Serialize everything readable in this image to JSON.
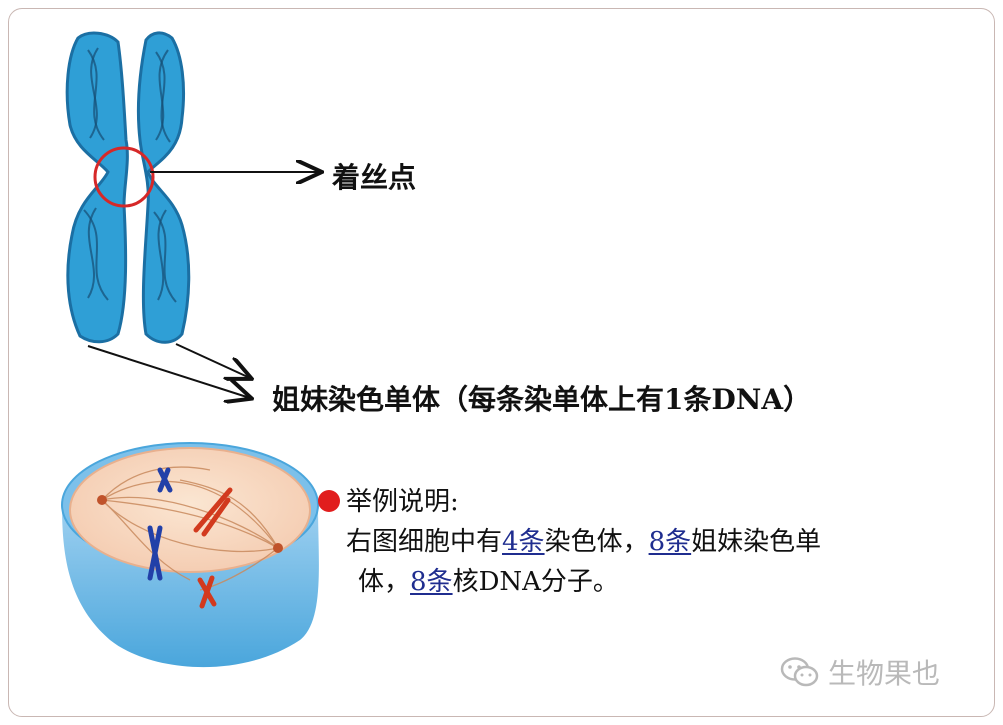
{
  "labels": {
    "centromere": "着丝点",
    "sister_chromatid": "姐妹染色单体（每条染单体上有1条DNA）"
  },
  "example": {
    "heading": "举例说明:",
    "line1_prefix": "右图细胞中有",
    "chromosome_count": "4条",
    "line1_mid": "染色体，",
    "chromatid_count": "8条",
    "line1_suffix": "姐妹染色单",
    "line2_prefix": "体，",
    "dna_count": "8条",
    "line2_suffix": "核DNA分子。"
  },
  "watermark": {
    "text": "生物果也",
    "icon": "wechat-icon"
  },
  "colors": {
    "chromosome": "#2f9fd6",
    "centromere_circle": "#d62828",
    "bullet": "#e11d1d",
    "answer": "#1f2d8f"
  }
}
